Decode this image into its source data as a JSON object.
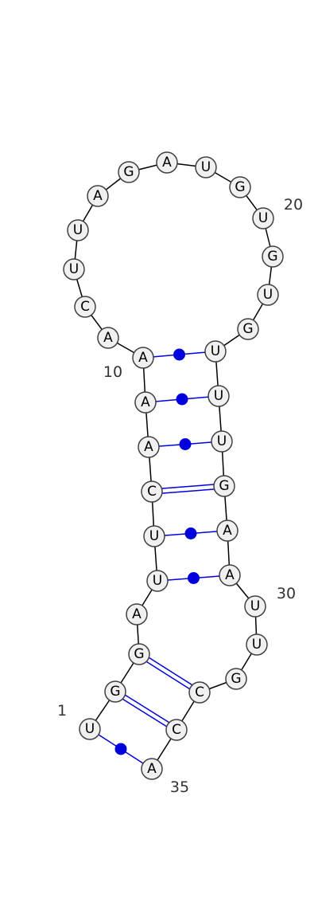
{
  "colors": {
    "pair": "#0000dd",
    "backbone": "#000000",
    "nucleotide_fill": "#f0f0f0",
    "nucleotide_stroke": "#404040",
    "position_label": "#333333"
  },
  "sequence": [
    "U",
    "G",
    "G",
    "A",
    "U",
    "U",
    "C",
    "A",
    "A",
    "A",
    "A",
    "C",
    "U",
    "U",
    "A",
    "G",
    "A",
    "U",
    "G",
    "U",
    "G",
    "U",
    "G",
    "U",
    "U",
    "U",
    "G",
    "A",
    "A",
    "U",
    "U",
    "G",
    "C",
    "C",
    "A"
  ],
  "pairs": [
    {
      "i": 1,
      "j": 35,
      "type": "wobble"
    },
    {
      "i": 2,
      "j": 34,
      "type": "canonical"
    },
    {
      "i": 3,
      "j": 33,
      "type": "canonical"
    },
    {
      "i": 5,
      "j": 29,
      "type": "wobble"
    },
    {
      "i": 6,
      "j": 28,
      "type": "wobble"
    },
    {
      "i": 7,
      "j": 27,
      "type": "canonical"
    },
    {
      "i": 8,
      "j": 26,
      "type": "wobble"
    },
    {
      "i": 9,
      "j": 25,
      "type": "wobble"
    },
    {
      "i": 10,
      "j": 24,
      "type": "wobble"
    }
  ],
  "position_labels": [
    {
      "index": 1,
      "text": "1"
    },
    {
      "index": 10,
      "text": "10"
    },
    {
      "index": 20,
      "text": "20"
    },
    {
      "index": 30,
      "text": "30"
    },
    {
      "index": 35,
      "text": "35"
    }
  ]
}
